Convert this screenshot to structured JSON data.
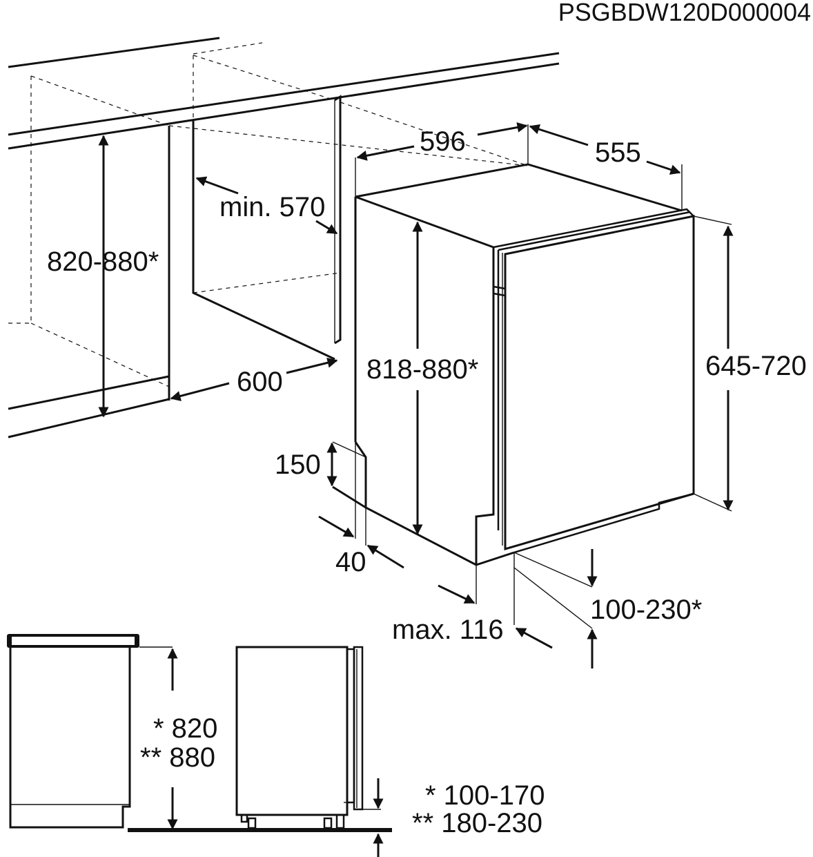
{
  "product_code": "PSGBDW120D000004",
  "dimensions": {
    "niche_height": "820-880*",
    "niche_depth_min": "min. 570",
    "niche_width": "600",
    "appliance_width": "596",
    "appliance_depth": "555",
    "appliance_height": "818-880*",
    "door_height": "645-720",
    "plinth_vent_height": "150",
    "plinth_vent_depth": "40",
    "door_offset_max": "max. 116",
    "plinth_height": "100-230*"
  },
  "side_views": {
    "cabinet_height_single": "* 820",
    "cabinet_height_double": "** 880",
    "plinth_single": "* 100-170",
    "plinth_double": "** 180-230"
  }
}
